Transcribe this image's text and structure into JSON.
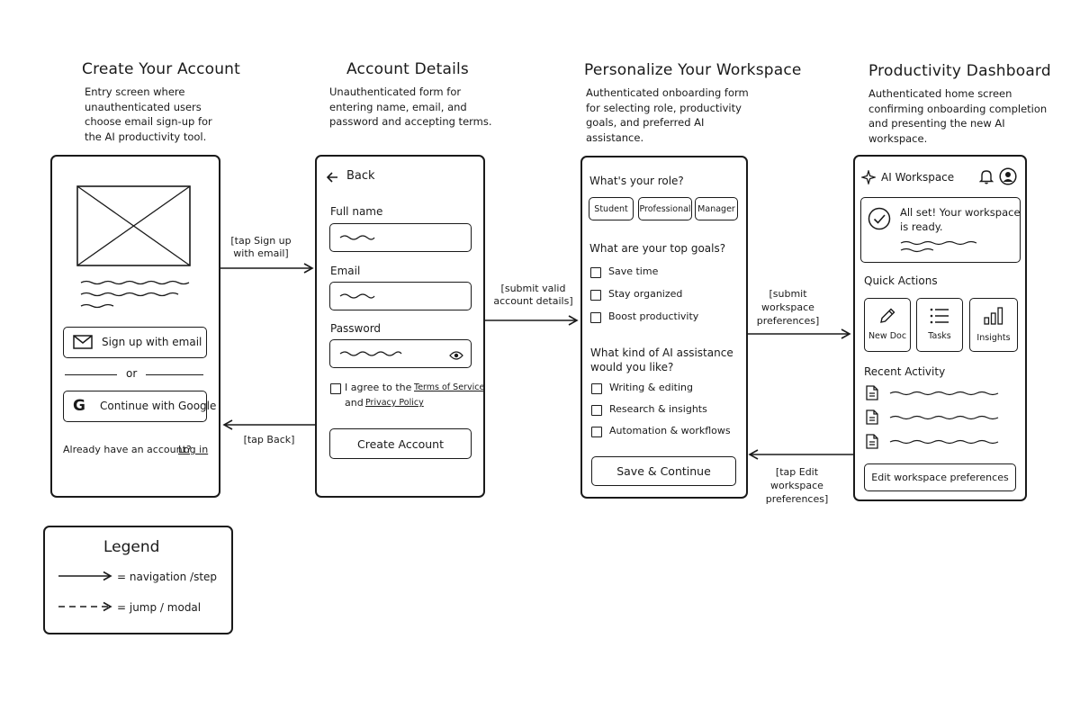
{
  "screens": {
    "create_account": {
      "title": "Create Your Account",
      "desc": [
        "Entry screen where",
        "unauthenticated users",
        "choose email sign-up for",
        "the AI productivity tool."
      ],
      "email_button": "Sign up with email",
      "or": "or",
      "google_button": "Continue with Google",
      "login_prompt": "Already have an account?",
      "login_link": "Log in"
    },
    "account_details": {
      "title": "Account Details",
      "desc": [
        "Unauthenticated form for",
        "entering name, email, and",
        "password and accepting terms."
      ],
      "back": "Back",
      "full_name_label": "Full name",
      "email_label": "Email",
      "password_label": "Password",
      "agree_text": "I agree to the",
      "terms_link": "Terms of Service",
      "and_text": "and",
      "privacy_link": "Privacy Policy",
      "submit_button": "Create Account"
    },
    "personalize": {
      "title": "Personalize Your Workspace",
      "desc": [
        "Authenticated onboarding form",
        "for selecting role, productivity",
        "goals, and preferred AI",
        "assistance."
      ],
      "role_question": "What's your role?",
      "roles": [
        "Student",
        "Professional",
        "Manager"
      ],
      "goals_question": "What are your top goals?",
      "goals": [
        "Save time",
        "Stay organized",
        "Boost productivity"
      ],
      "ai_question": [
        "What kind of AI assistance",
        "would you like?"
      ],
      "ai_options": [
        "Writing & editing",
        "Research & insights",
        "Automation & workflows"
      ],
      "submit_button": "Save & Continue"
    },
    "dashboard": {
      "title": "Productivity Dashboard",
      "desc": [
        "Authenticated home screen",
        "confirming onboarding completion",
        "and presenting the new AI",
        "workspace."
      ],
      "app_name": "AI Workspace",
      "success_message": [
        "All set! Your workspace",
        "is ready."
      ],
      "quick_actions_label": "Quick Actions",
      "quick_actions": [
        {
          "label": "New Doc",
          "icon": "pencil-icon"
        },
        {
          "label": "Tasks",
          "icon": "list-icon"
        },
        {
          "label": "Insights",
          "icon": "bar-chart-icon"
        }
      ],
      "recent_label": "Recent Activity",
      "edit_button": "Edit workspace preferences"
    }
  },
  "transitions": {
    "signup": [
      "[tap Sign up",
      "with email]"
    ],
    "back": [
      "[tap Back]"
    ],
    "submit_details": [
      "[submit valid",
      "account details]"
    ],
    "submit_prefs": [
      "[submit",
      "workspace",
      "preferences]"
    ],
    "edit_prefs": [
      "[tap Edit",
      "workspace",
      "preferences]"
    ]
  },
  "legend": {
    "title": "Legend",
    "solid": "= navigation /step",
    "dashed": "= jump / modal"
  }
}
